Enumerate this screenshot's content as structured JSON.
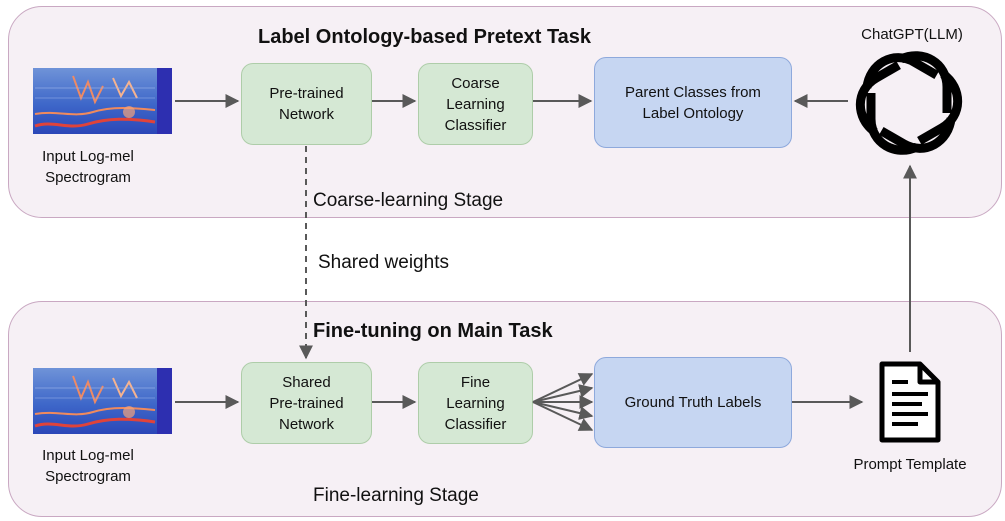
{
  "top_panel": {
    "title": "Label Ontology-based Pretext Task",
    "stage_label": "Coarse-learning Stage",
    "input_caption": "Input Log-mel\nSpectrogram",
    "pretrained": "Pre-trained\nNetwork",
    "classifier": "Coarse\nLearning\nClassifier",
    "parent_classes": "Parent Classes from\nLabel Ontology",
    "llm_label": "ChatGPT(LLM)"
  },
  "shared_weights": "Shared weights",
  "bottom_panel": {
    "title": "Fine-tuning on Main Task",
    "stage_label": "Fine-learning Stage",
    "input_caption": "Input Log-mel\nSpectrogram",
    "pretrained": "Shared\nPre-trained\nNetwork",
    "classifier": "Fine\nLearning\nClassifier",
    "labels": "Ground Truth Labels",
    "prompt_caption": "Prompt Template"
  },
  "colors": {
    "panel_fill": "#f6f0f5",
    "panel_border": "#c9a8c2",
    "green_node": "#d5e8d4",
    "blue_node": "#c6d6f2",
    "arrow": "#595959"
  },
  "icons": [
    "openai-logo-icon",
    "document-icon",
    "spectrogram-image"
  ]
}
